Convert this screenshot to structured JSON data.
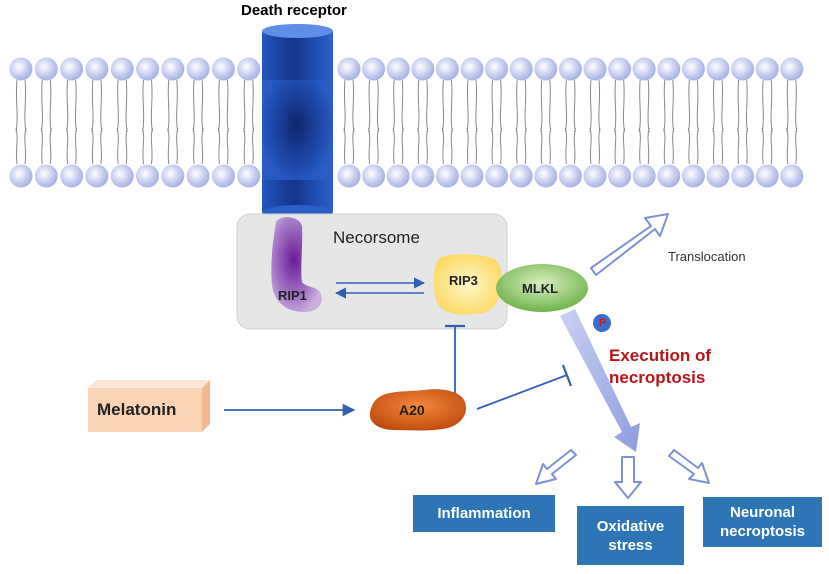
{
  "labels": {
    "death_receptor": "Death receptor",
    "necrosome": "Necorsome",
    "rip1": "RIP1",
    "rip3": "RIP3",
    "mlkl": "MLKL",
    "translocation": "Translocation",
    "phospho": "P",
    "execution": "Execution of necroptosis",
    "melatonin": "Melatonin",
    "a20": "A20"
  },
  "outcomes": {
    "inflammation": "Inflammation",
    "oxidative_stress": "Oxidative stress",
    "neuronal_necroptosis": "Neuronal necroptosis"
  },
  "colors": {
    "receptor": "#1f4fb0",
    "lipid_head": "#bfc6ec",
    "necrosome_bg": "#e6e6e6",
    "rip1": "#8a4bb0",
    "rip3": "#fde27a",
    "mlkl": "#7fbf5c",
    "a20": "#d2581a",
    "melatonin": "#fad4b4",
    "arrow_blue": "#2f5fb5",
    "arrow_light": "#aab5e6",
    "execution_text": "#b8141a",
    "outcome_box": "#2e75b6"
  }
}
